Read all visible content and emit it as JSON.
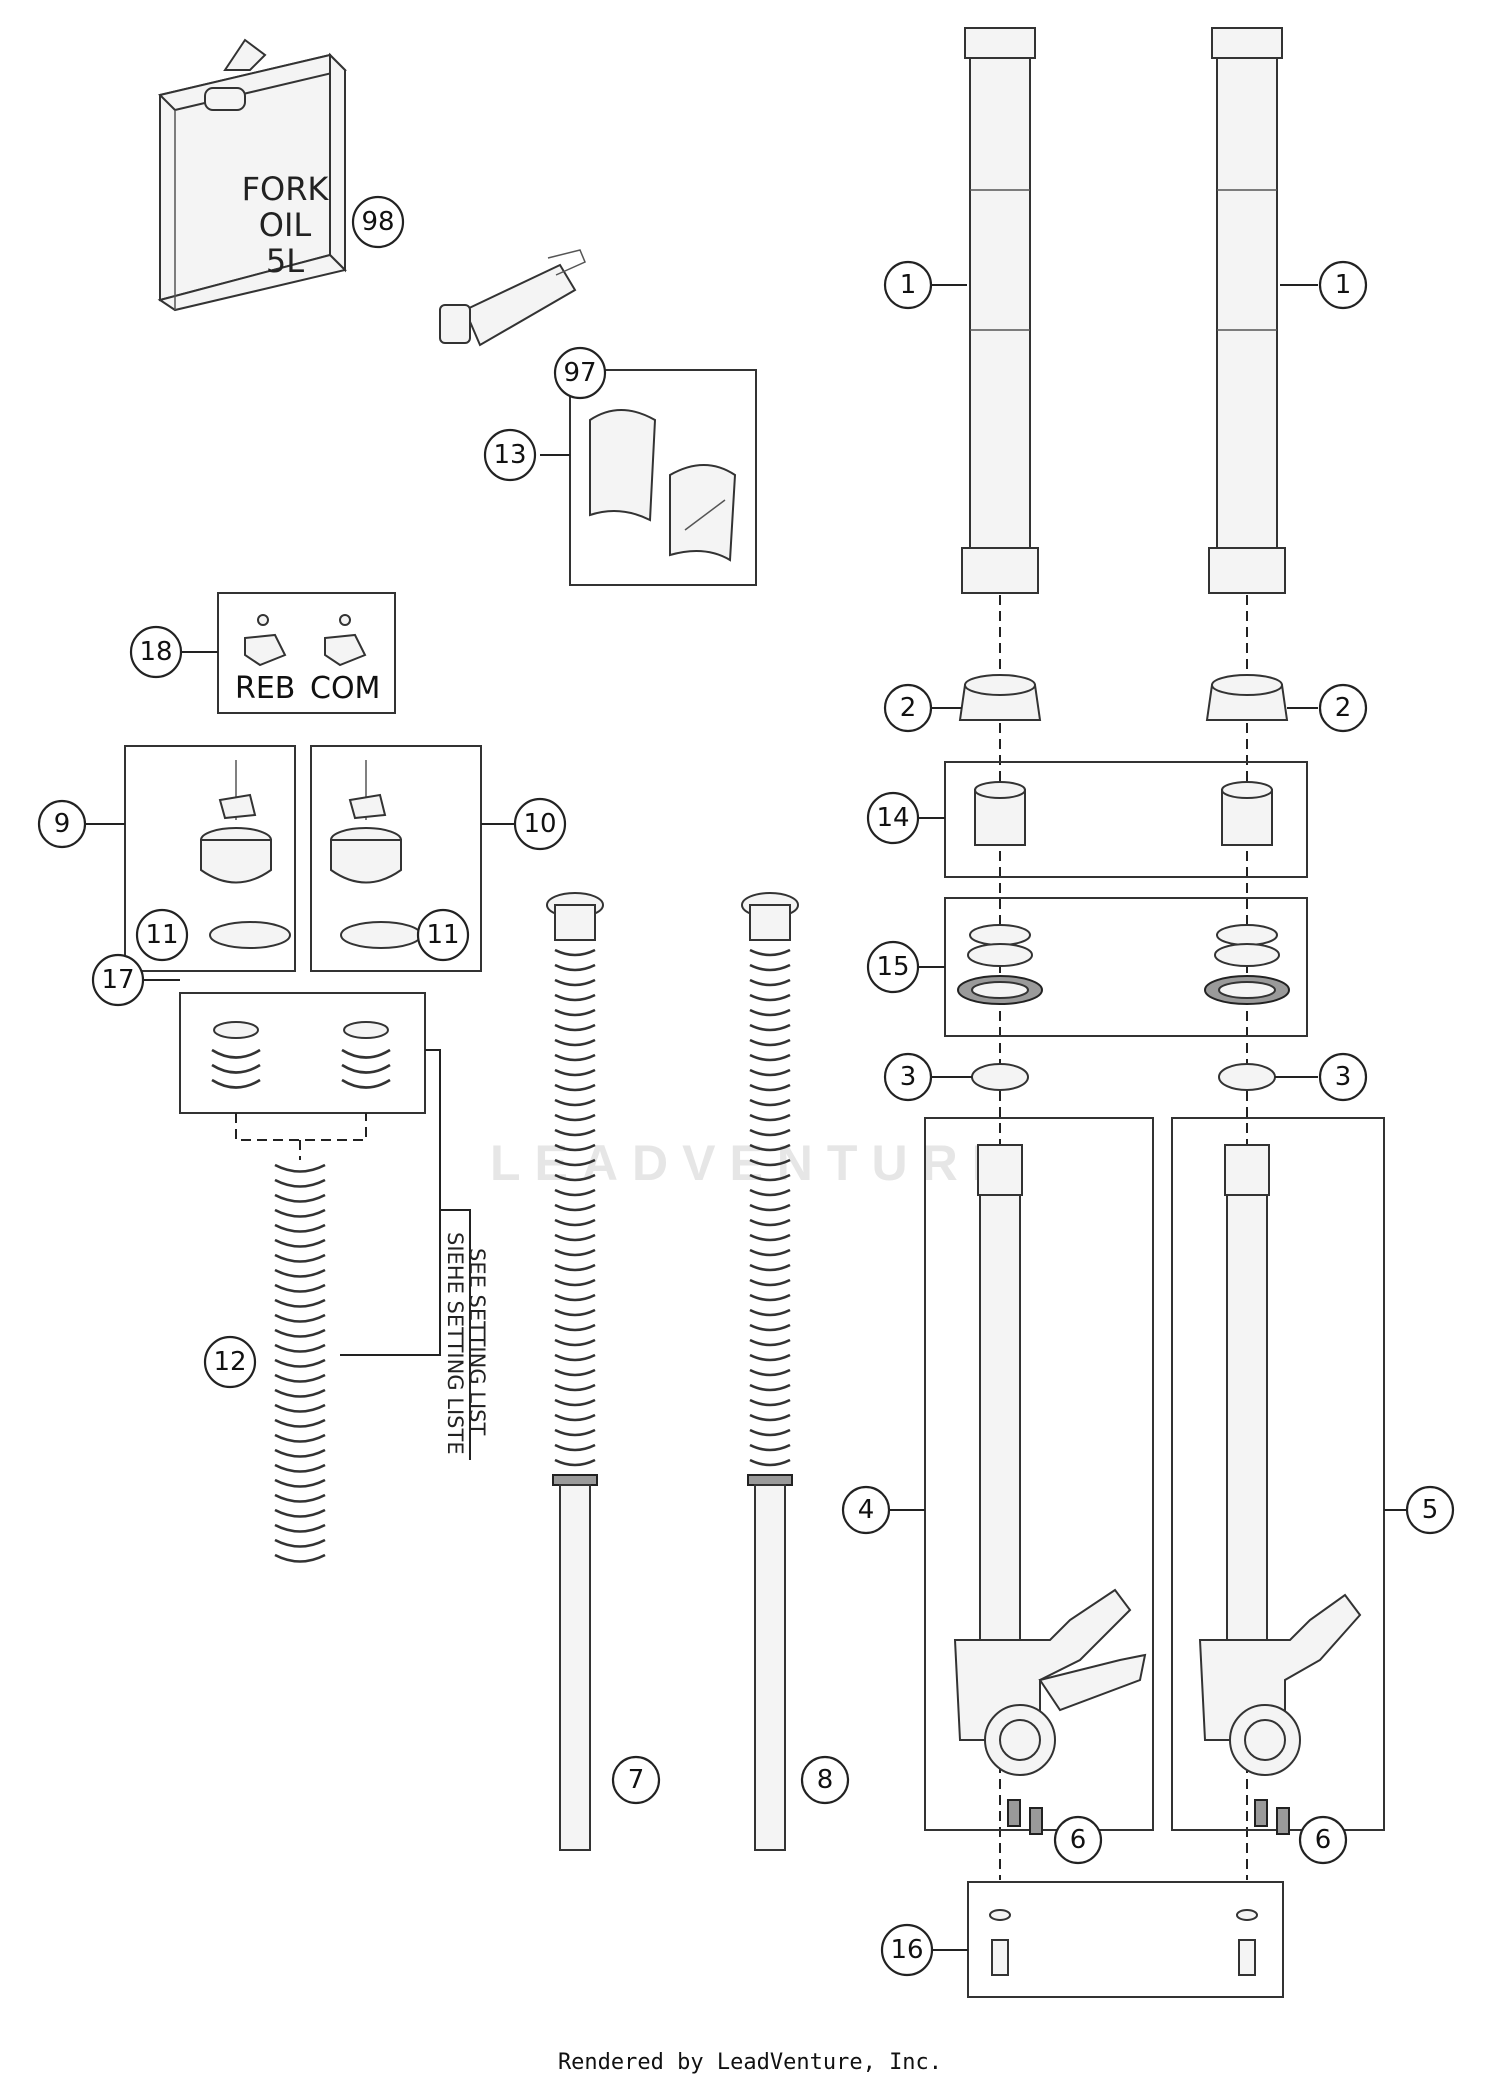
{
  "callouts": {
    "c1a": "1",
    "c1b": "1",
    "c2a": "2",
    "c2b": "2",
    "c3a": "3",
    "c3b": "3",
    "c4": "4",
    "c5": "5",
    "c6a": "6",
    "c6b": "6",
    "c7": "7",
    "c8": "8",
    "c9": "9",
    "c10": "10",
    "c11a": "11",
    "c11b": "11",
    "c12": "12",
    "c13": "13",
    "c14": "14",
    "c15": "15",
    "c16": "16",
    "c17": "17",
    "c18": "18",
    "c97": "97",
    "c98": "98"
  },
  "oil_can": {
    "line1": "FORK",
    "line2": "OIL",
    "line3": "5L"
  },
  "adjuster_labels": {
    "reb": "REB",
    "com": "COM"
  },
  "setting_note": {
    "line1": "SIEHE SETTING LISTE",
    "line2": "SEE SETTING LIST"
  },
  "watermark": "LEADVENTURE",
  "footer": "Rendered by LeadVenture, Inc."
}
